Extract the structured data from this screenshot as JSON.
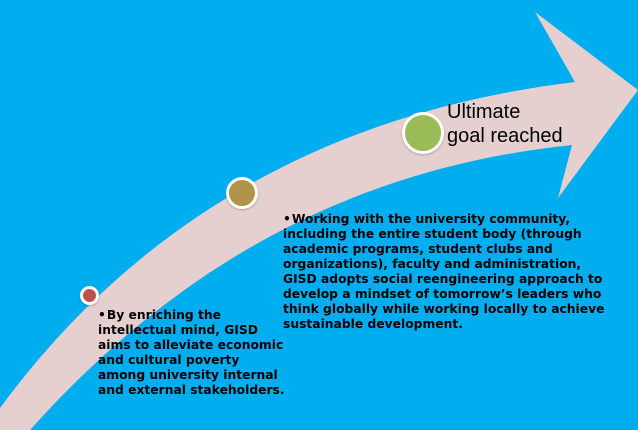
{
  "colors": {
    "background": "#00AEEF",
    "arrow": "#E6CFCF",
    "milestone_1": "#C0504D",
    "milestone_2": "#B0944A",
    "milestone_3": "#9BBB59",
    "milestone_border": "#FFFFFF"
  },
  "goal": {
    "title_line_1": "Ultimate",
    "title_line_2": "goal reached"
  },
  "bullets": {
    "bullet_glyph": "•",
    "first": "By enriching the intellectual mind, GISD aims to alleviate economic and cultural poverty among university internal and external stakeholders.",
    "second": "Working with the university community, including the entire student body (through academic programs, student clubs and organizations), faculty and administration, GISD adopts social reengineering approach to develop a mindset of tomorrow’s leaders who think globally while working locally to achieve sustainable development."
  }
}
